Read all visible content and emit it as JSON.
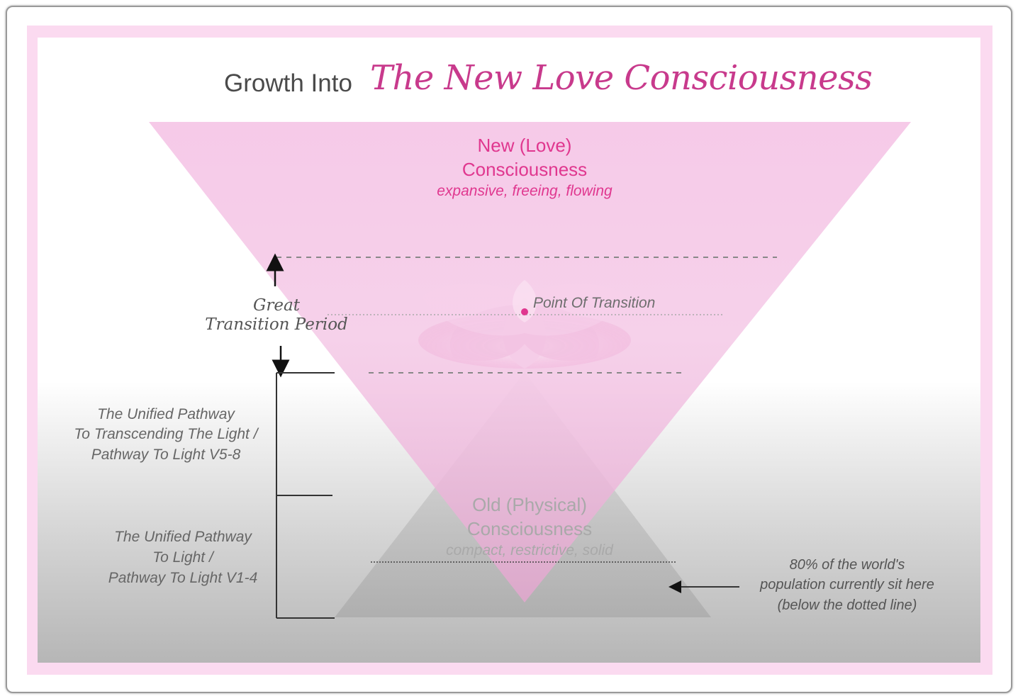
{
  "title": {
    "plain": "Growth Into",
    "script": "The New Love Consciousness"
  },
  "new_consciousness": {
    "line1": "New (Love)",
    "line2": "Consciousness",
    "description": "expansive, freeing, flowing"
  },
  "old_consciousness": {
    "line1": "Old (Physical)",
    "line2": "Consciousness",
    "description": "compact, restrictive, solid"
  },
  "transition_point": "Point Of Transition",
  "great_transition": {
    "line1": "Great",
    "line2": "Transition Period"
  },
  "pathway_upper": {
    "line1": "The Unified Pathway",
    "line2": "To Transcending The Light /",
    "line3": "Pathway To Light V5-8"
  },
  "pathway_lower": {
    "line1": "The Unified Pathway",
    "line2": "To Light /",
    "line3": "Pathway To Light V1-4"
  },
  "population_note": {
    "line1": "80% of the world's",
    "line2": "population currently sit here",
    "line3": "(below the dotted line)"
  },
  "colors": {
    "pink_accent": "#e0378f",
    "title_script": "#c83a8c",
    "frame_pink": "#fbdaf0",
    "old_text": "#a9a9a9"
  }
}
